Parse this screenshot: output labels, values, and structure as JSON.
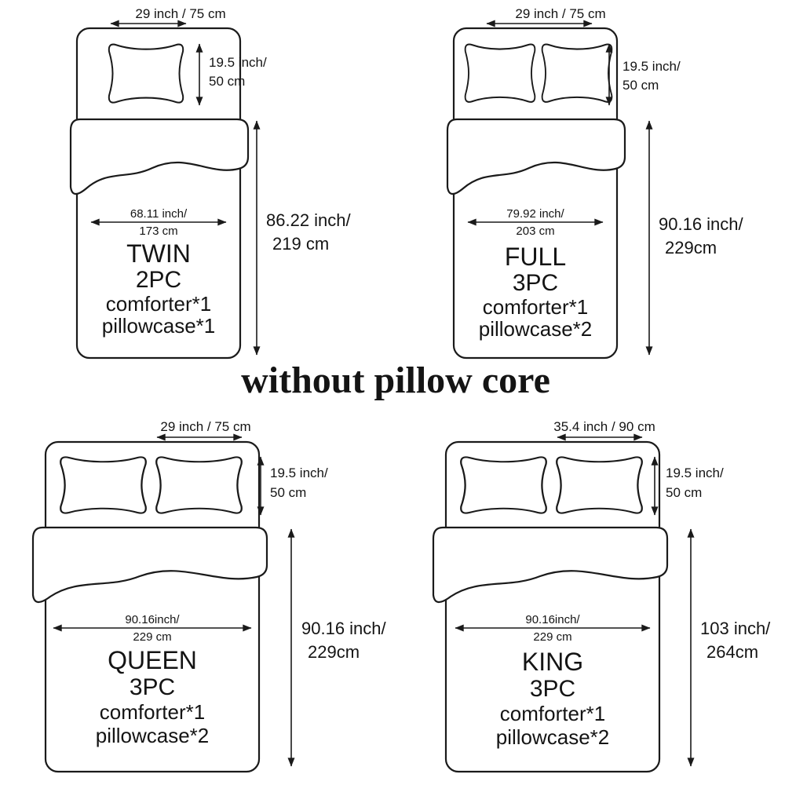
{
  "title": "without pillow core",
  "title_color": "#e00000",
  "beds": {
    "twin": {
      "name": "TWIN",
      "pieces": "2PC",
      "item1": "comforter*1",
      "item2": "pillowcase*1",
      "pillow_width": "29 inch /  75 cm",
      "pillow_height_1": "19.5  inch/",
      "pillow_height_2": "50  cm",
      "width_1": "68.11 inch/",
      "width_2": "173 cm",
      "height_1": "86.22 inch/",
      "height_2": "219 cm"
    },
    "full": {
      "name": "FULL",
      "pieces": "3PC",
      "item1": "comforter*1",
      "item2": "pillowcase*2",
      "pillow_width": "29 inch /  75 cm",
      "pillow_height_1": "19.5 inch/",
      "pillow_height_2": "50 cm",
      "width_1": "79.92 inch/",
      "width_2": "203 cm",
      "height_1": "90.16 inch/",
      "height_2": "229cm"
    },
    "queen": {
      "name": "QUEEN",
      "pieces": "3PC",
      "item1": "comforter*1",
      "item2": "pillowcase*2",
      "pillow_width": "29 inch /  75 cm",
      "pillow_height_1": "19.5 inch/",
      "pillow_height_2": "50 cm",
      "width_1": "90.16inch/",
      "width_2": "229 cm",
      "height_1": "90.16 inch/",
      "height_2": "229cm"
    },
    "king": {
      "name": "KING",
      "pieces": "3PC",
      "item1": "comforter*1",
      "item2": "pillowcase*2",
      "pillow_width": "35.4 inch /  90 cm",
      "pillow_height_1": "19.5 inch/",
      "pillow_height_2": "50 cm",
      "width_1": "90.16inch/",
      "width_2": "229 cm",
      "height_1": "103 inch/",
      "height_2": "264cm"
    }
  }
}
